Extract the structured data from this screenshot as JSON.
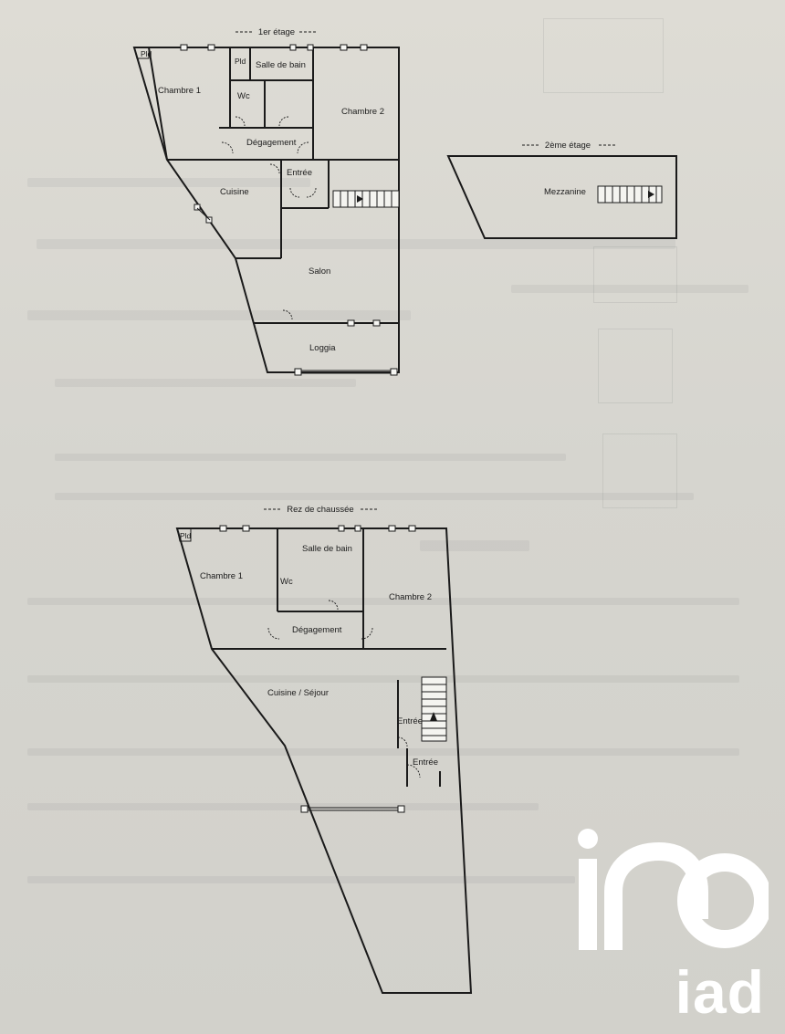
{
  "floors": {
    "first": {
      "title": "1er étage",
      "rooms": {
        "pld_top": "Pld",
        "pld_mid": "Pld",
        "chambre1": "Chambre 1",
        "salle_de_bain": "Salle de bain",
        "wc": "Wc",
        "chambre2": "Chambre 2",
        "degagement": "Dégagement",
        "entree": "Entrée",
        "cuisine": "Cuisine",
        "salon": "Salon",
        "loggia": "Loggia"
      }
    },
    "second": {
      "title": "2ème étage",
      "rooms": {
        "mezzanine": "Mezzanine"
      }
    },
    "ground": {
      "title": "Rez de chaussée",
      "rooms": {
        "pld": "Pld",
        "chambre1": "Chambre 1",
        "salle_de_bain": "Salle de bain",
        "wc": "Wc",
        "chambre2": "Chambre 2",
        "degagement": "Dégagement",
        "cuisine_sejour": "Cuisine / Séjour",
        "entree_upper": "Entrée",
        "entree_lower": "Entrée"
      }
    }
  },
  "logo": {
    "name": "iad-logo-icon",
    "text": "iad",
    "color": "#ffffff"
  }
}
